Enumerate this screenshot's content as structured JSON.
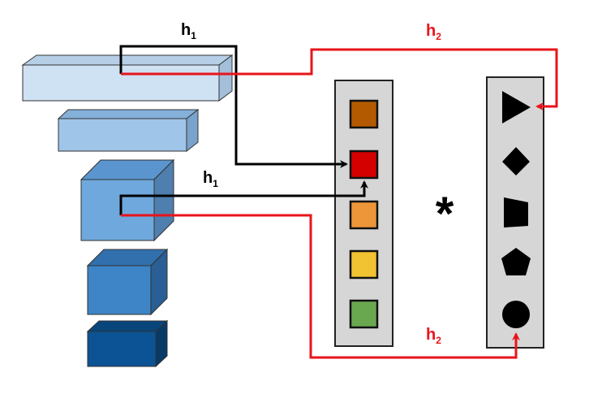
{
  "labels": {
    "top_black": {
      "main": "h",
      "sub": "1"
    },
    "mid_black": {
      "main": "h",
      "sub": "1"
    },
    "top_red": {
      "main": "h",
      "sub": "2"
    },
    "bottom_red": {
      "main": "h",
      "sub": "2"
    },
    "operator": "*"
  },
  "colors": {
    "black_path": "#000000",
    "red_path": "#e8141b",
    "panel_fill": "#d6d6d6",
    "swatches": [
      "#b35a00",
      "#d40000",
      "#ec9639",
      "#f1c232",
      "#6aa84f"
    ],
    "blocks": [
      "#cfe2f3",
      "#9fc5e8",
      "#6fa8dc",
      "#3d85c6",
      "#0b5394"
    ]
  },
  "shapes_icons": [
    "triangle-icon",
    "diamond-icon",
    "trapezoid-icon",
    "pentagon-icon",
    "circle-icon"
  ]
}
